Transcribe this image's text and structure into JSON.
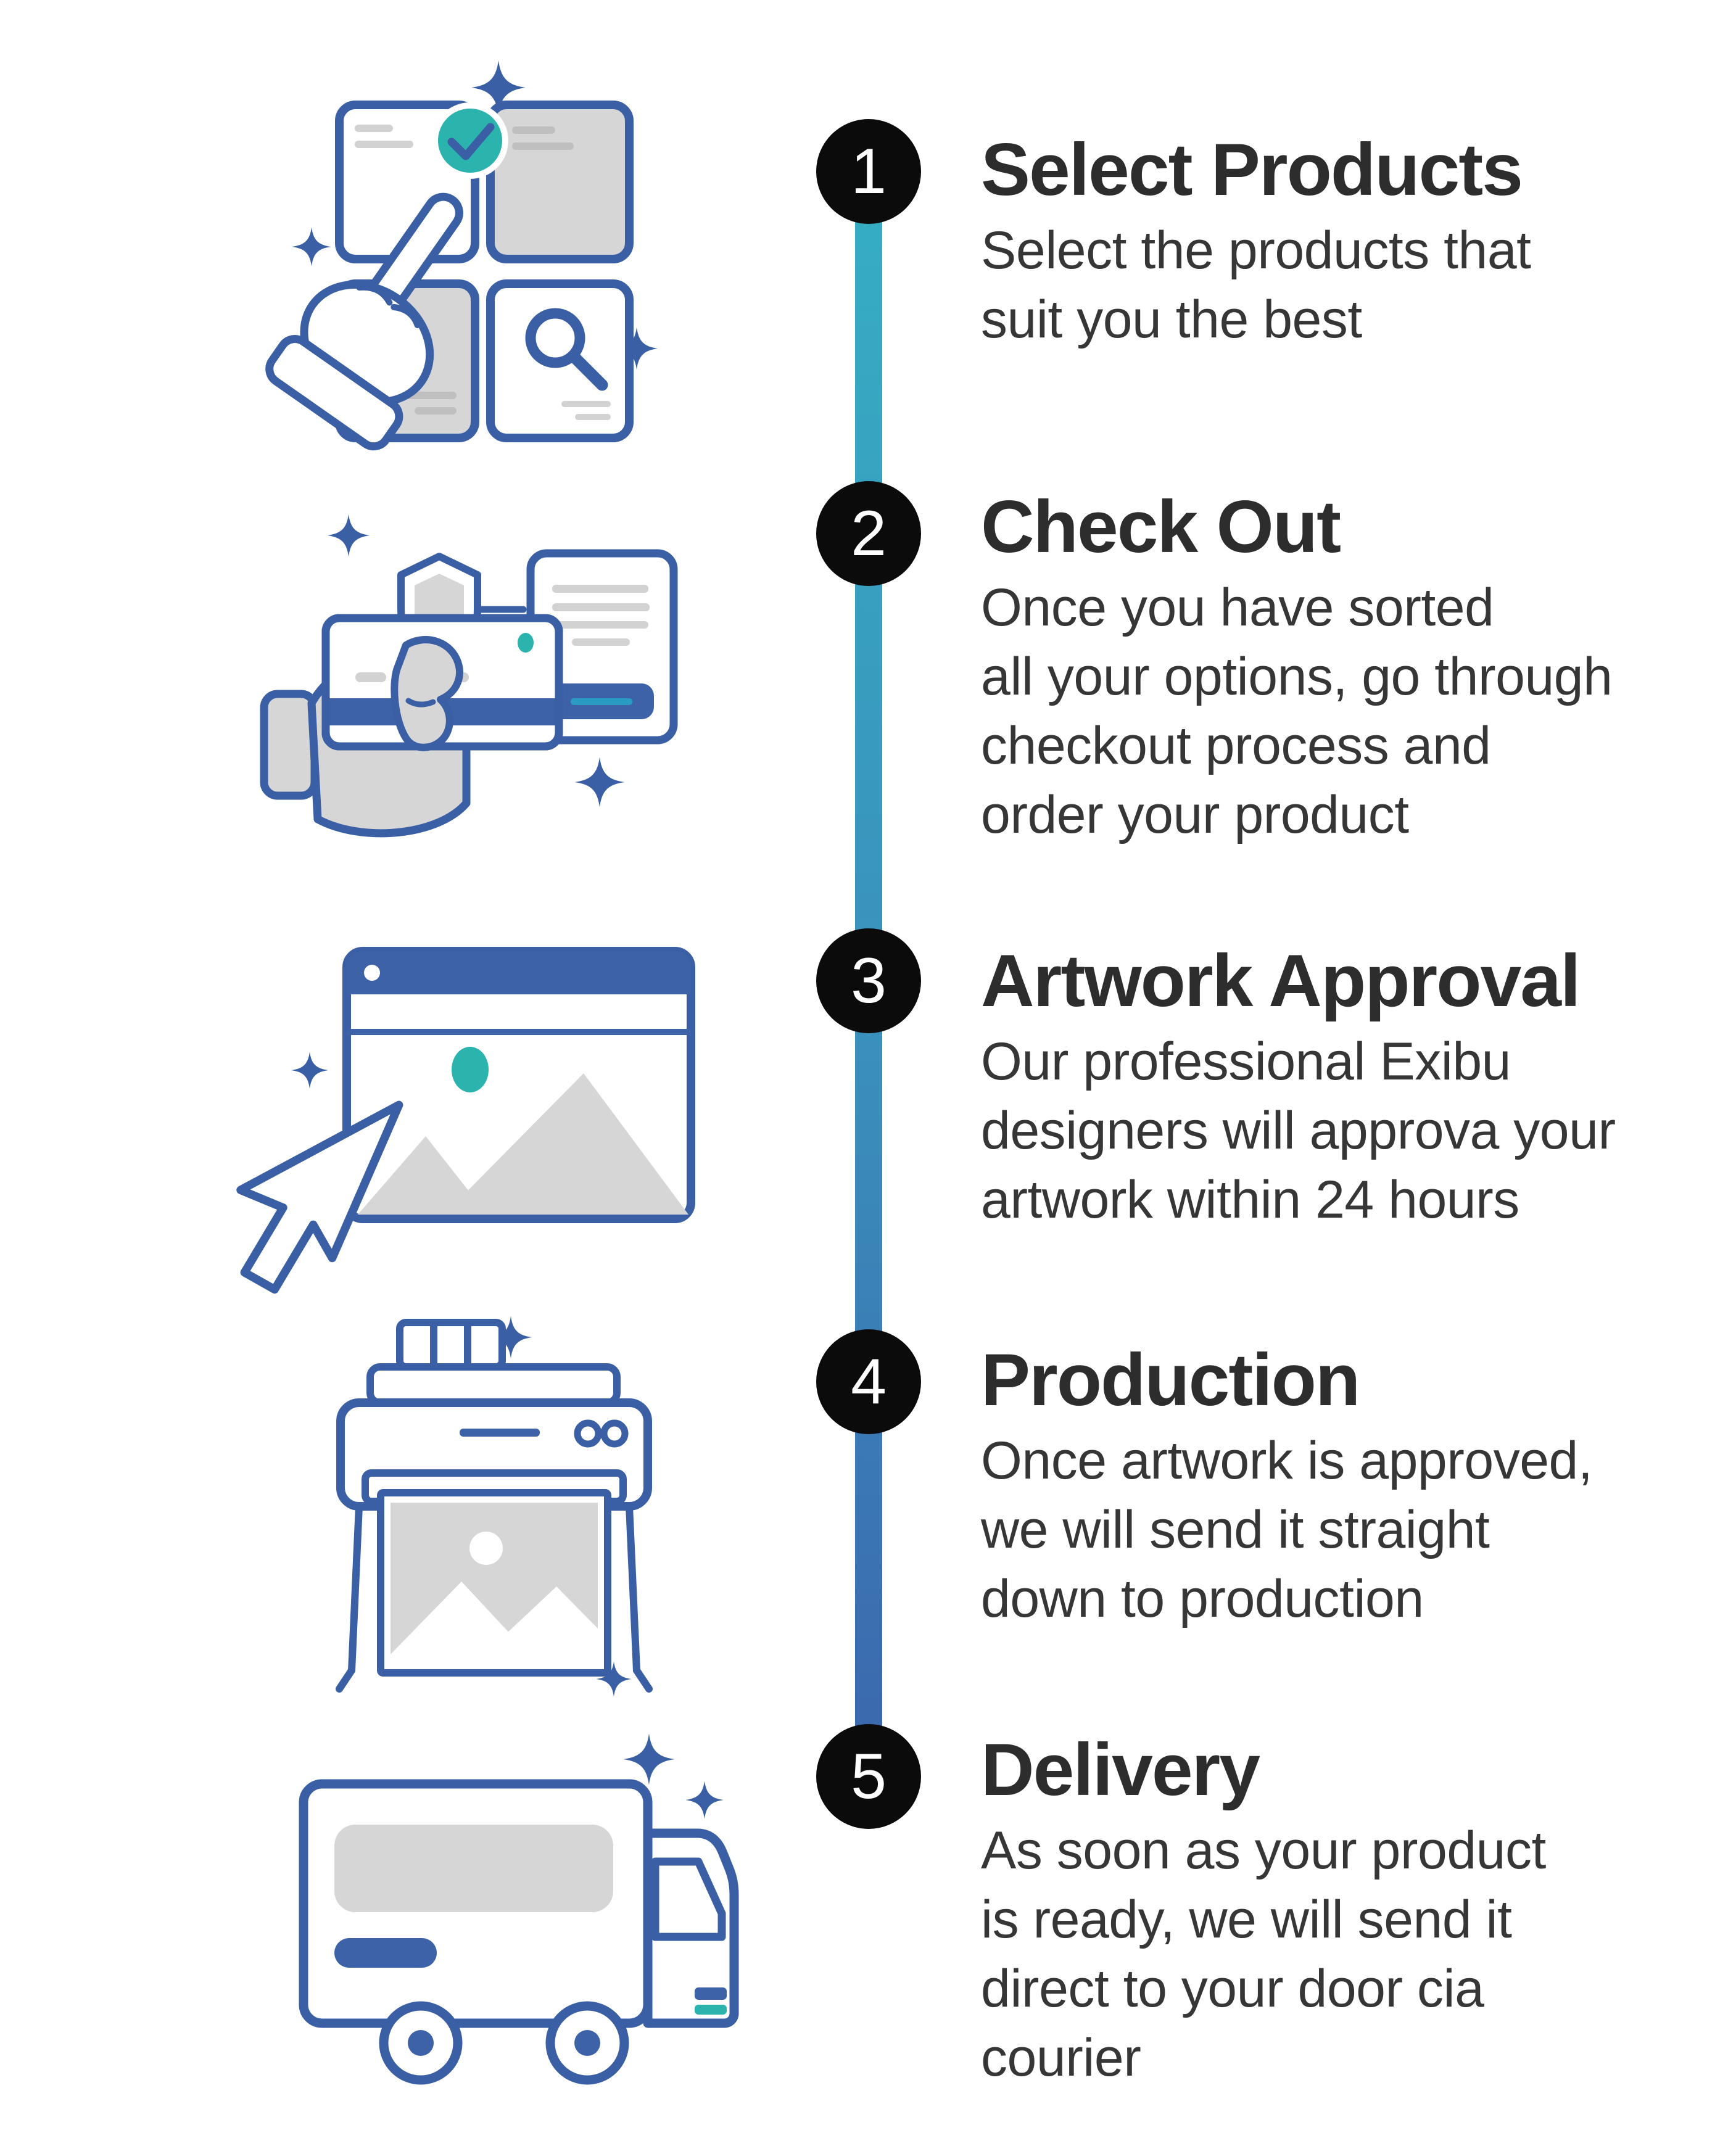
{
  "steps": [
    {
      "number": "1",
      "title": "Select Products",
      "description": "Select the products that\nsuit you the best",
      "icon": "product-grid-selection-icon"
    },
    {
      "number": "2",
      "title": "Check Out",
      "description": "Once you have sorted\nall your options, go through\ncheckout process and\norder your product",
      "icon": "checkout-payment-icon"
    },
    {
      "number": "3",
      "title": "Artwork Approval",
      "description": "Our professional Exibu\ndesigners will approva your\nartwork within 24 hours",
      "icon": "artwork-approval-icon"
    },
    {
      "number": "4",
      "title": "Production",
      "description": "Once artwork is approved,\nwe will send it straight\ndown to production",
      "icon": "production-printer-icon"
    },
    {
      "number": "5",
      "title": "Delivery",
      "description": "As soon as your product\nis ready, we will send it\ndirect to your door cia\ncourier",
      "icon": "delivery-truck-icon"
    }
  ],
  "timeline": {
    "style": "vertical",
    "node_shape": "circle",
    "node_color": "#0b0b0b",
    "node_text_color": "#ffffff",
    "line_gradient_top": "#36aec3",
    "line_gradient_bottom": "#3b67ad"
  },
  "colors": {
    "background": "#ffffff",
    "icon_outline_blue": "#3a5fa5",
    "icon_fill_blue": "#3e62a8",
    "icon_accent_teal": "#2bb3ad",
    "icon_gray": "#d6d6d6",
    "title_text": "#2d2d2d",
    "body_text": "#363636"
  }
}
